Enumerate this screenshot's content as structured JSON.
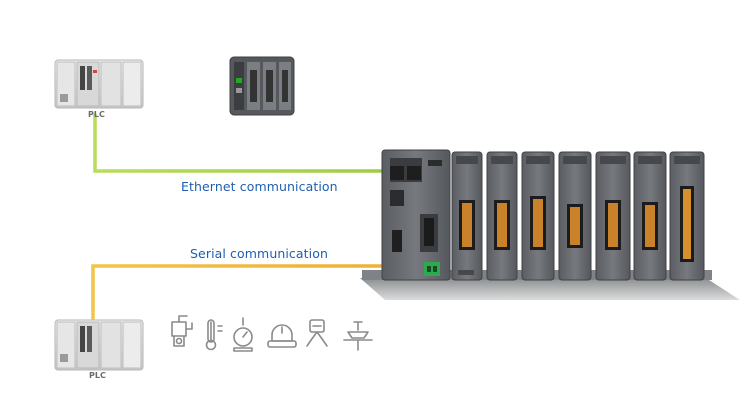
{
  "labels": {
    "ethernet": "Ethernet communication",
    "serial": "Serial communication",
    "plc_top": "PLC",
    "plc_bottom": "PLC"
  },
  "colors": {
    "ethernet_line": "#a7d24a",
    "serial_line": "#f0b63a",
    "label_text": "#1f5fb0",
    "device_body": "#6a6d72"
  },
  "icons": [
    "pump-icon",
    "thermometer-icon",
    "pressure-gauge-icon",
    "rotating-light-icon",
    "sensor-probe-icon",
    "valve-icon"
  ]
}
